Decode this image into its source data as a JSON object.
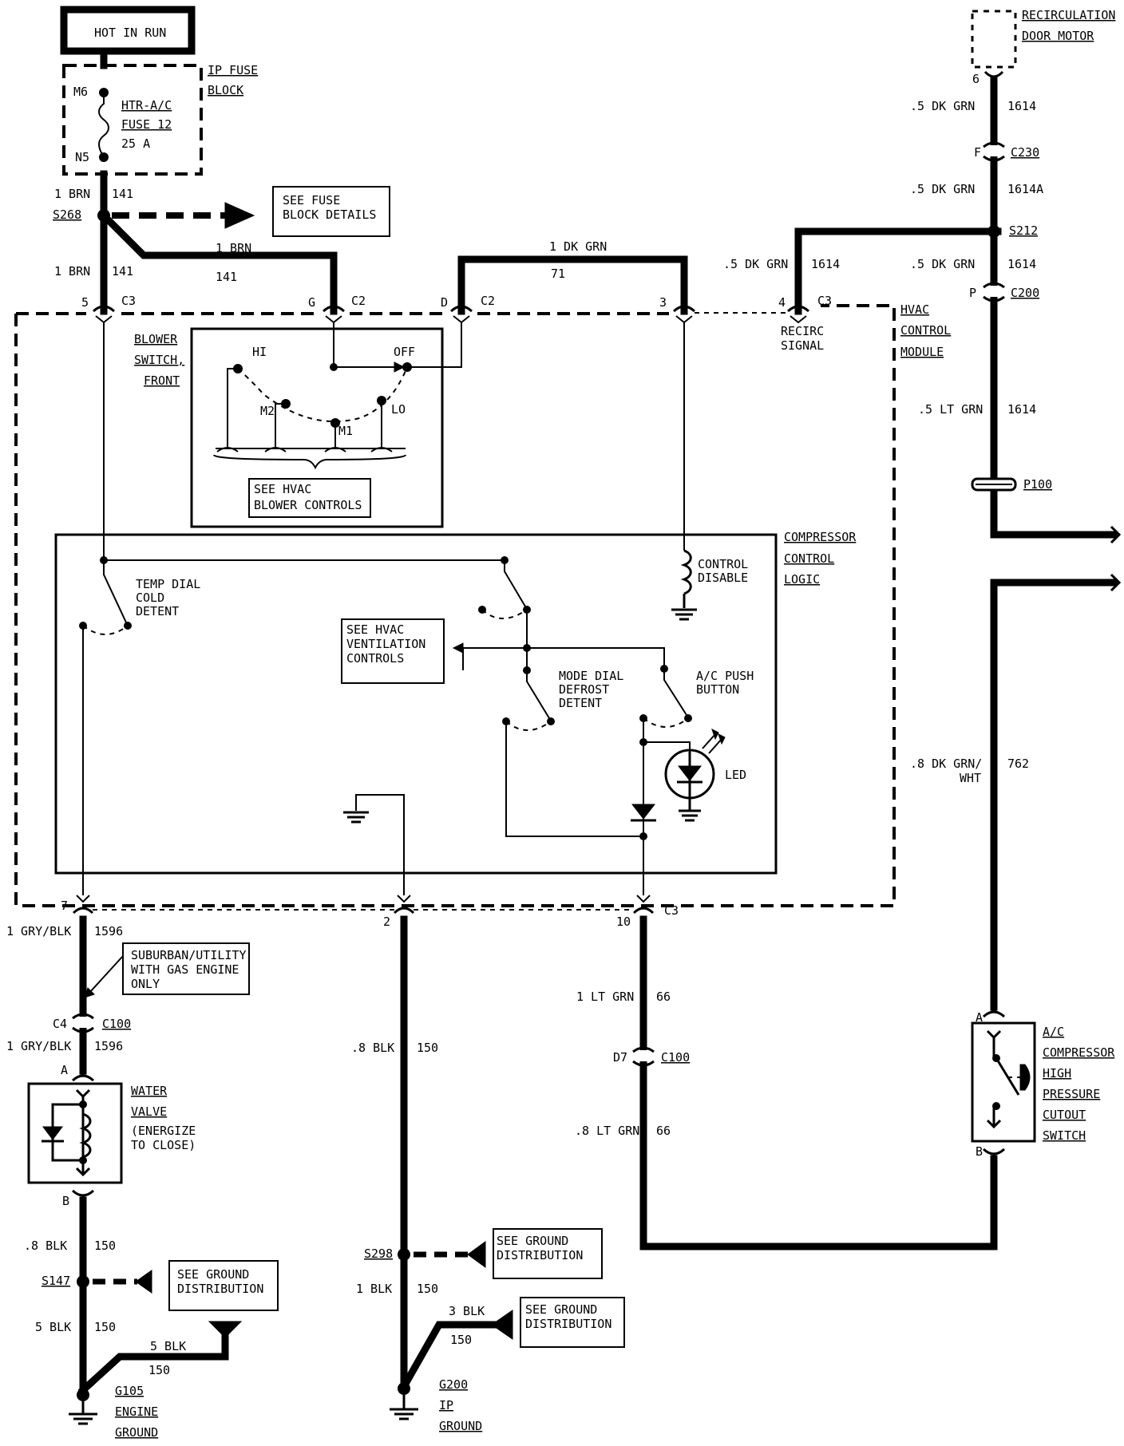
{
  "power": {
    "hot_in_run": "HOT IN RUN"
  },
  "fuse_block": {
    "label_1": "IP FUSE",
    "label_2": "BLOCK",
    "term_top": "M6",
    "term_bottom": "N5",
    "fuse_1": "HTR-A/C",
    "fuse_2": "FUSE 12",
    "fuse_3": "25 A"
  },
  "wires": {
    "brn_141": {
      "gauge": "1 BRN",
      "circuit": "141"
    },
    "brn2_141": {
      "gauge": "1 BRN",
      "circuit": "141"
    },
    "brn3_141": {
      "gauge": "1 BRN",
      "circuit": "141"
    },
    "dkgrn_71": {
      "gauge": "1 DK GRN",
      "circuit": "71"
    },
    "dkgrn_1614_left": {
      "gauge": ".5 DK GRN",
      "circuit": "1614"
    },
    "dkgrn_1614_top": {
      "gauge": ".5 DK GRN",
      "circuit": "1614"
    },
    "dkgrn_1614a": {
      "gauge": ".5 DK GRN",
      "circuit": "1614A"
    },
    "dkgrn_1614_mid": {
      "gauge": ".5 DK GRN",
      "circuit": "1614"
    },
    "ltgrn_1614": {
      "gauge": ".5 LT GRN",
      "circuit": "1614"
    },
    "dkgrnwht_762": {
      "gauge_1": ".8 DK GRN/",
      "gauge_2": "WHT",
      "circuit": "762"
    },
    "grybk_1596_a": {
      "gauge": "1 GRY/BLK",
      "circuit": "1596"
    },
    "grybk_1596_b": {
      "gauge": "1 GRY/BLK",
      "circuit": "1596"
    },
    "blk_150_center": {
      "gauge": ".8 BLK",
      "circuit": "150"
    },
    "blk_150_center2": {
      "gauge": "1 BLK",
      "circuit": "150"
    },
    "blk3_150": {
      "gauge": "3 BLK",
      "circuit": "150"
    },
    "blk_150_left1": {
      "gauge": ".8 BLK",
      "circuit": "150"
    },
    "blk_150_left2": {
      "gauge": "5 BLK",
      "circuit": "150"
    },
    "blk_150_left3": {
      "gauge": "5 BLK",
      "circuit": "150"
    },
    "ltgrn_66_a": {
      "gauge": "1 LT GRN",
      "circuit": "66"
    },
    "ltgrn_66_b": {
      "gauge": ".8 LT GRN",
      "circuit": "66"
    }
  },
  "splices": {
    "s268": "S268",
    "s212": "S212",
    "s298": "S298",
    "s147": "S147"
  },
  "see_fuse": {
    "line_1": "SEE FUSE",
    "line_2": "BLOCK DETAILS"
  },
  "connectors": {
    "c3_5": {
      "pin": "5",
      "name": "C3"
    },
    "c2_g": {
      "pin": "G",
      "name": "C2"
    },
    "c2_d": {
      "pin": "D",
      "name": "C2"
    },
    "c3_3": {
      "pin": "3"
    },
    "c3_4": {
      "pin": "4",
      "name": "C3"
    },
    "c3_7": {
      "pin": "7"
    },
    "c3_2": {
      "pin": "2"
    },
    "c3_10": {
      "pin": "10",
      "name": "C3"
    },
    "c230": {
      "pin": "F",
      "name": "C230"
    },
    "c200": {
      "pin": "P",
      "name": "C200"
    },
    "p100": {
      "name": "P100"
    },
    "c100_c4": {
      "pin": "C4",
      "name": "C100"
    },
    "c100_d7": {
      "pin": "D7",
      "name": "C100"
    },
    "recirc_pin": {
      "pin": "6"
    },
    "water_a": {
      "pin": "A"
    },
    "water_b": {
      "pin": "B"
    },
    "press_a": {
      "pin": "A"
    },
    "press_b": {
      "pin": "B"
    }
  },
  "recirc_motor": {
    "line_1": "RECIRCULATION",
    "line_2": "DOOR MOTOR"
  },
  "recirc_signal": {
    "line_1": "RECIRC",
    "line_2": "SIGNAL"
  },
  "hvac_module": {
    "line_1": "HVAC",
    "line_2": "CONTROL",
    "line_3": "MODULE"
  },
  "blower": {
    "label_1": "BLOWER",
    "label_2": "SWITCH,",
    "label_3": "FRONT",
    "hi": "HI",
    "off": "OFF",
    "m2": "M2",
    "m1": "M1",
    "lo": "LO",
    "see_1": "SEE HVAC",
    "see_2": "BLOWER CONTROLS"
  },
  "compressor_logic": {
    "label_1": "COMPRESSOR",
    "label_2": "CONTROL",
    "label_3": "LOGIC",
    "temp_1": "TEMP DIAL",
    "temp_2": "COLD",
    "temp_3": "DETENT",
    "control_1": "CONTROL",
    "control_2": "DISABLE",
    "vent_1": "SEE HVAC",
    "vent_2": "VENTILATION",
    "vent_3": "CONTROLS",
    "mode_1": "MODE DIAL",
    "mode_2": "DEFROST",
    "mode_3": "DETENT",
    "ac_1": "A/C PUSH",
    "ac_2": "BUTTON",
    "led": "LED"
  },
  "suburban": {
    "line_1": "SUBURBAN/UTILITY",
    "line_2": "WITH GAS ENGINE",
    "line_3": "ONLY"
  },
  "water_valve": {
    "line_1": "WATER",
    "line_2": "VALVE",
    "line_3": "(ENERGIZE",
    "line_4": "TO CLOSE)"
  },
  "pressure_switch": {
    "line_1": "A/C",
    "line_2": "COMPRESSOR",
    "line_3": "HIGH",
    "line_4": "PRESSURE",
    "line_5": "CUTOUT",
    "line_6": "SWITCH"
  },
  "ground_refs": {
    "g1": {
      "line_1": "SEE GROUND",
      "line_2": "DISTRIBUTION"
    },
    "g2": {
      "line_1": "SEE GROUND",
      "line_2": "DISTRIBUTION"
    },
    "g3": {
      "line_1": "SEE GROUND",
      "line_2": "DISTRIBUTION"
    }
  },
  "grounds": {
    "g105": {
      "line_1": "G105",
      "line_2": "ENGINE",
      "line_3": "GROUND"
    },
    "g200": {
      "line_1": "G200",
      "line_2": "IP",
      "line_3": "GROUND"
    }
  }
}
